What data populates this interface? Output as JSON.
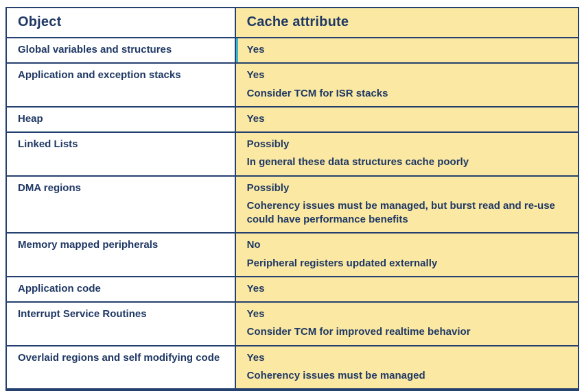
{
  "table": {
    "columns": [
      {
        "label": "Object"
      },
      {
        "label": "Cache attribute"
      }
    ],
    "rows": [
      {
        "object": "Global variables and structures",
        "attribute": "Yes",
        "note": "",
        "accent": true
      },
      {
        "object": "Application and exception stacks",
        "attribute": "Yes",
        "note": "Consider TCM for ISR stacks",
        "accent": false
      },
      {
        "object": "Heap",
        "attribute": "Yes",
        "note": "",
        "accent": false
      },
      {
        "object": "Linked Lists",
        "attribute": "Possibly",
        "note": "In general these data structures cache poorly",
        "accent": false
      },
      {
        "object": "DMA regions",
        "attribute": "Possibly",
        "note": "Coherency issues must be managed, but burst read and re-use could have performance benefits",
        "accent": false
      },
      {
        "object": "Memory mapped peripherals",
        "attribute": "No",
        "note": "Peripheral registers updated externally",
        "accent": false
      },
      {
        "object": "Application code",
        "attribute": "Yes",
        "note": "",
        "accent": false
      },
      {
        "object": "Interrupt Service Routines",
        "attribute": "Yes",
        "note": "Consider TCM for improved realtime behavior",
        "accent": false
      },
      {
        "object": "Overlaid regions and self modifying code",
        "attribute": "Yes",
        "note": "Coherency issues must be managed",
        "accent": false
      }
    ]
  },
  "colors": {
    "text_navy": "#1f3864",
    "cell_yellow": "#fbe9a3",
    "border_navy": "#24406e",
    "teal_accent": "#3ab5cc",
    "background": "#ffffff"
  }
}
